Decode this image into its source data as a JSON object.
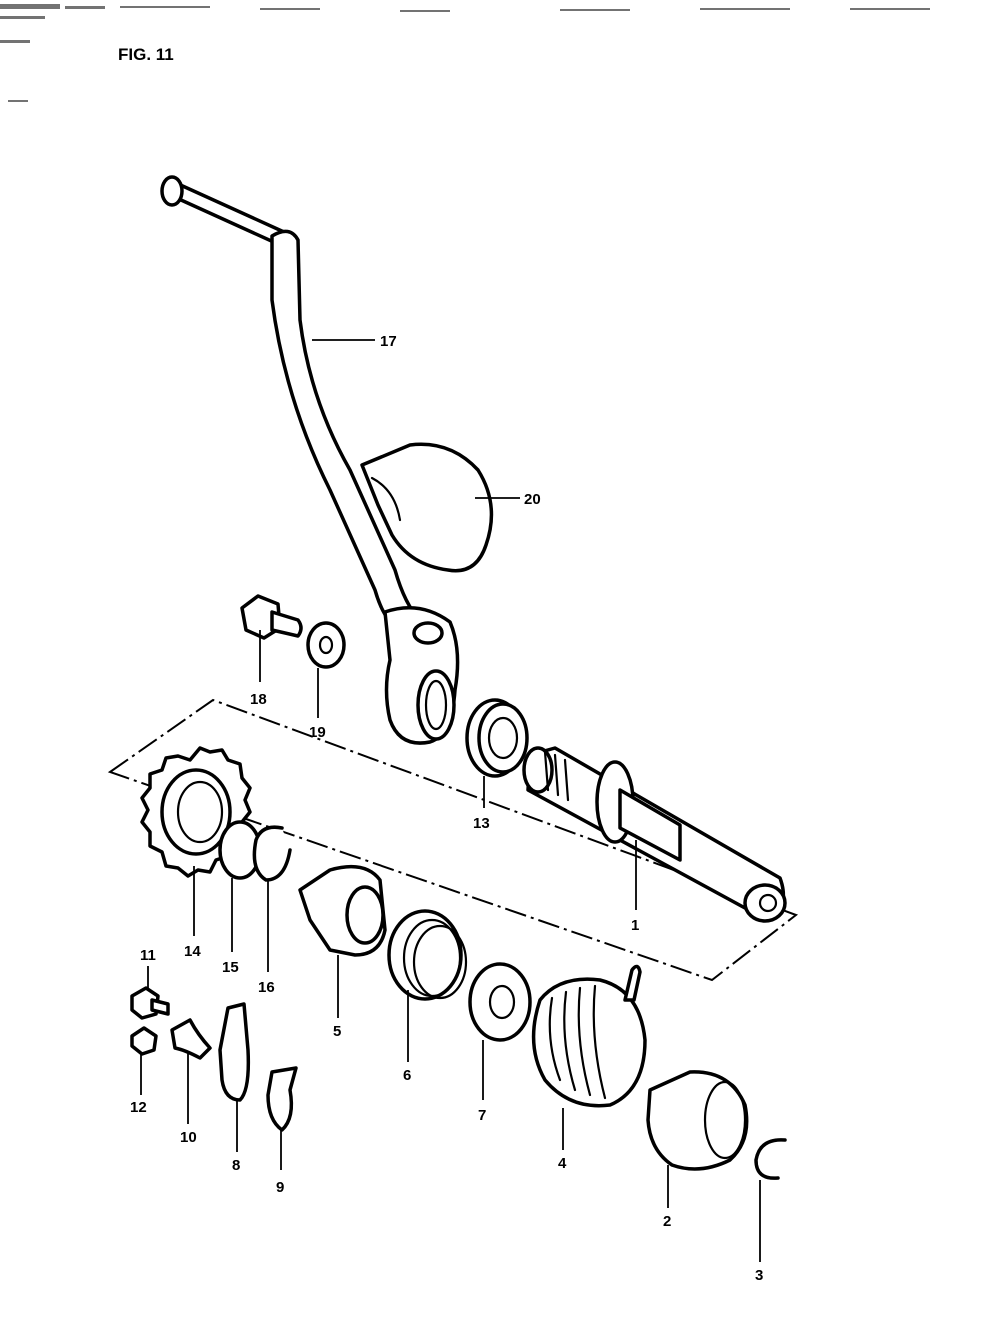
{
  "figure": {
    "title": "FIG. 11"
  },
  "callouts": [
    {
      "id": "17",
      "text": "17"
    },
    {
      "id": "20",
      "text": "20"
    },
    {
      "id": "18",
      "text": "18"
    },
    {
      "id": "19",
      "text": "19"
    },
    {
      "id": "13",
      "text": "13"
    },
    {
      "id": "1",
      "text": "1"
    },
    {
      "id": "14",
      "text": "14"
    },
    {
      "id": "15",
      "text": "15"
    },
    {
      "id": "16",
      "text": "16"
    },
    {
      "id": "5",
      "text": "5"
    },
    {
      "id": "6",
      "text": "6"
    },
    {
      "id": "7",
      "text": "7"
    },
    {
      "id": "4",
      "text": "4"
    },
    {
      "id": "11",
      "text": "11"
    },
    {
      "id": "12",
      "text": "12"
    },
    {
      "id": "10",
      "text": "10"
    },
    {
      "id": "8",
      "text": "8"
    },
    {
      "id": "9",
      "text": "9"
    },
    {
      "id": "2",
      "text": "2"
    },
    {
      "id": "3",
      "text": "3"
    }
  ]
}
